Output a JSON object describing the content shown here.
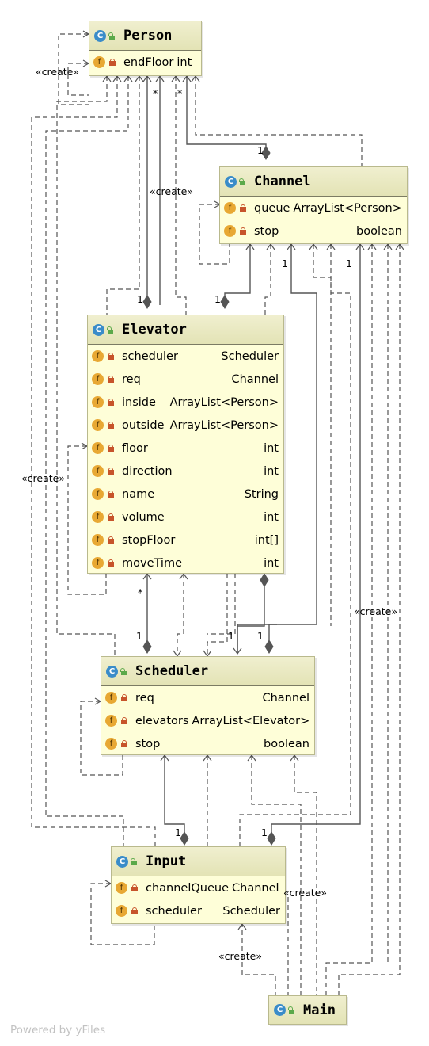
{
  "classes": {
    "person": {
      "name": "Person",
      "fields": [
        {
          "name": "endFloor",
          "type": "int"
        }
      ]
    },
    "channel": {
      "name": "Channel",
      "fields": [
        {
          "name": "queue",
          "type": "ArrayList<Person>"
        },
        {
          "name": "stop",
          "type": "boolean"
        }
      ]
    },
    "elevator": {
      "name": "Elevator",
      "fields": [
        {
          "name": "scheduler",
          "type": "Scheduler"
        },
        {
          "name": "req",
          "type": "Channel"
        },
        {
          "name": "inside",
          "type": "ArrayList<Person>"
        },
        {
          "name": "outside",
          "type": "ArrayList<Person>"
        },
        {
          "name": "floor",
          "type": "int"
        },
        {
          "name": "direction",
          "type": "int"
        },
        {
          "name": "name",
          "type": "String"
        },
        {
          "name": "volume",
          "type": "int"
        },
        {
          "name": "stopFloor",
          "type": "int[]"
        },
        {
          "name": "moveTime",
          "type": "int"
        }
      ]
    },
    "scheduler": {
      "name": "Scheduler",
      "fields": [
        {
          "name": "req",
          "type": "Channel"
        },
        {
          "name": "elevators",
          "type": "ArrayList<Elevator>"
        },
        {
          "name": "stop",
          "type": "boolean"
        }
      ]
    },
    "input": {
      "name": "Input",
      "fields": [
        {
          "name": "channelQueue",
          "type": "Channel"
        },
        {
          "name": "scheduler",
          "type": "Scheduler"
        }
      ]
    },
    "main": {
      "name": "Main",
      "fields": []
    }
  },
  "icons": {
    "class": "C",
    "field": "f"
  },
  "labels": {
    "create": "«create»",
    "one": "1",
    "many": "*"
  },
  "footer": "Powered by yFiles",
  "colors": {
    "classFill": "#fefed8",
    "header": "#e3e3b5",
    "classIcon": "#3a8cc9",
    "fieldIcon": "#e8a833",
    "edge": "#555555"
  }
}
